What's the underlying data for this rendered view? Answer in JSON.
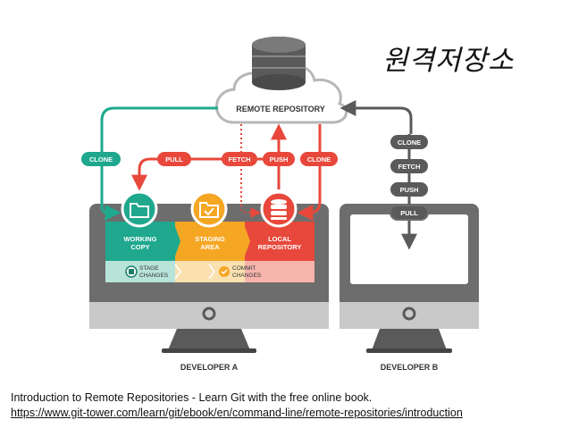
{
  "title_korean": "원격저장소",
  "remote_repository": "REMOTE REPOSITORY",
  "developer_a": {
    "label": "DEVELOPER A",
    "arrows": {
      "clone": "CLONE",
      "pull": "PULL",
      "fetch": "FETCH",
      "push": "PUSH",
      "clone_right": "CLONE"
    },
    "working_copy": [
      "WORKING",
      "COPY"
    ],
    "staging_area": [
      "STAGING",
      "AREA"
    ],
    "local_repository": [
      "LOCAL",
      "REPOSITORY"
    ],
    "stage_changes": [
      "STAGE",
      "CHANGES"
    ],
    "commit_changes": [
      "COMMIT",
      "CHANGES"
    ]
  },
  "developer_b": {
    "label": "DEVELOPER B",
    "steps": [
      "CLONE",
      "FETCH",
      "PUSH",
      "PULL"
    ]
  },
  "caption": {
    "line1": "Introduction to Remote Repositories - Learn Git with the free online book.",
    "link": "https://www.git-tower.com/learn/git/ebook/en/command-line/remote-repositories/introduction"
  },
  "colors": {
    "teal": "#1fa88e",
    "orange": "#f5a623",
    "red": "#e8483b",
    "gray_dark": "#5a5a5a",
    "monitor": "#6d6d6d",
    "cloud_stroke": "#b7b7b7"
  }
}
